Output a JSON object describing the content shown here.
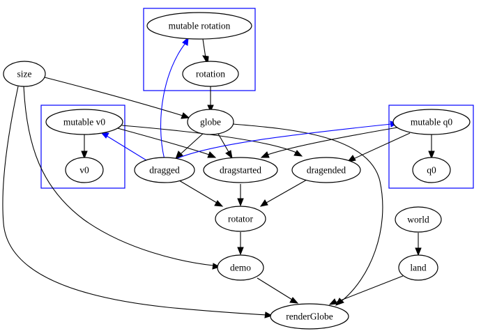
{
  "colors": {
    "cluster_border": "#0000ff",
    "edge_default": "#000000",
    "edge_highlight": "#0000ff",
    "background": "#ffffff"
  },
  "nodes": {
    "mutable_rotation": "mutable rotation",
    "rotation": "rotation",
    "size": "size",
    "globe": "globe",
    "mutable_v0": "mutable v0",
    "v0": "v0",
    "mutable_q0": "mutable q0",
    "q0": "q0",
    "dragged": "dragged",
    "dragstarted": "dragstarted",
    "dragended": "dragended",
    "rotator": "rotator",
    "world": "world",
    "demo": "demo",
    "land": "land",
    "renderGlobe": "renderGlobe"
  },
  "edges": [
    {
      "from": "mutable rotation",
      "to": "rotation",
      "color": "black"
    },
    {
      "from": "rotation",
      "to": "globe",
      "color": "black"
    },
    {
      "from": "size",
      "to": "globe",
      "color": "black"
    },
    {
      "from": "size",
      "to": "demo",
      "color": "black"
    },
    {
      "from": "size",
      "to": "renderGlobe",
      "color": "black"
    },
    {
      "from": "mutable v0",
      "to": "v0",
      "color": "black"
    },
    {
      "from": "mutable v0",
      "to": "dragstarted",
      "color": "black"
    },
    {
      "from": "mutable v0",
      "to": "dragended",
      "color": "black"
    },
    {
      "from": "globe",
      "to": "dragged",
      "color": "black"
    },
    {
      "from": "globe",
      "to": "dragstarted",
      "color": "black"
    },
    {
      "from": "globe",
      "to": "renderGlobe",
      "color": "black"
    },
    {
      "from": "mutable q0",
      "to": "q0",
      "color": "black"
    },
    {
      "from": "mutable q0",
      "to": "dragstarted",
      "color": "black"
    },
    {
      "from": "mutable q0",
      "to": "dragended",
      "color": "black"
    },
    {
      "from": "dragged",
      "to": "mutable rotation",
      "color": "blue"
    },
    {
      "from": "dragged",
      "to": "mutable v0",
      "color": "blue"
    },
    {
      "from": "dragged",
      "to": "mutable q0",
      "color": "blue"
    },
    {
      "from": "dragged",
      "to": "rotator",
      "color": "black"
    },
    {
      "from": "dragstarted",
      "to": "rotator",
      "color": "black"
    },
    {
      "from": "dragended",
      "to": "rotator",
      "color": "black"
    },
    {
      "from": "rotator",
      "to": "demo",
      "color": "black"
    },
    {
      "from": "world",
      "to": "land",
      "color": "black"
    },
    {
      "from": "demo",
      "to": "renderGlobe",
      "color": "black"
    },
    {
      "from": "land",
      "to": "renderGlobe",
      "color": "black"
    }
  ]
}
